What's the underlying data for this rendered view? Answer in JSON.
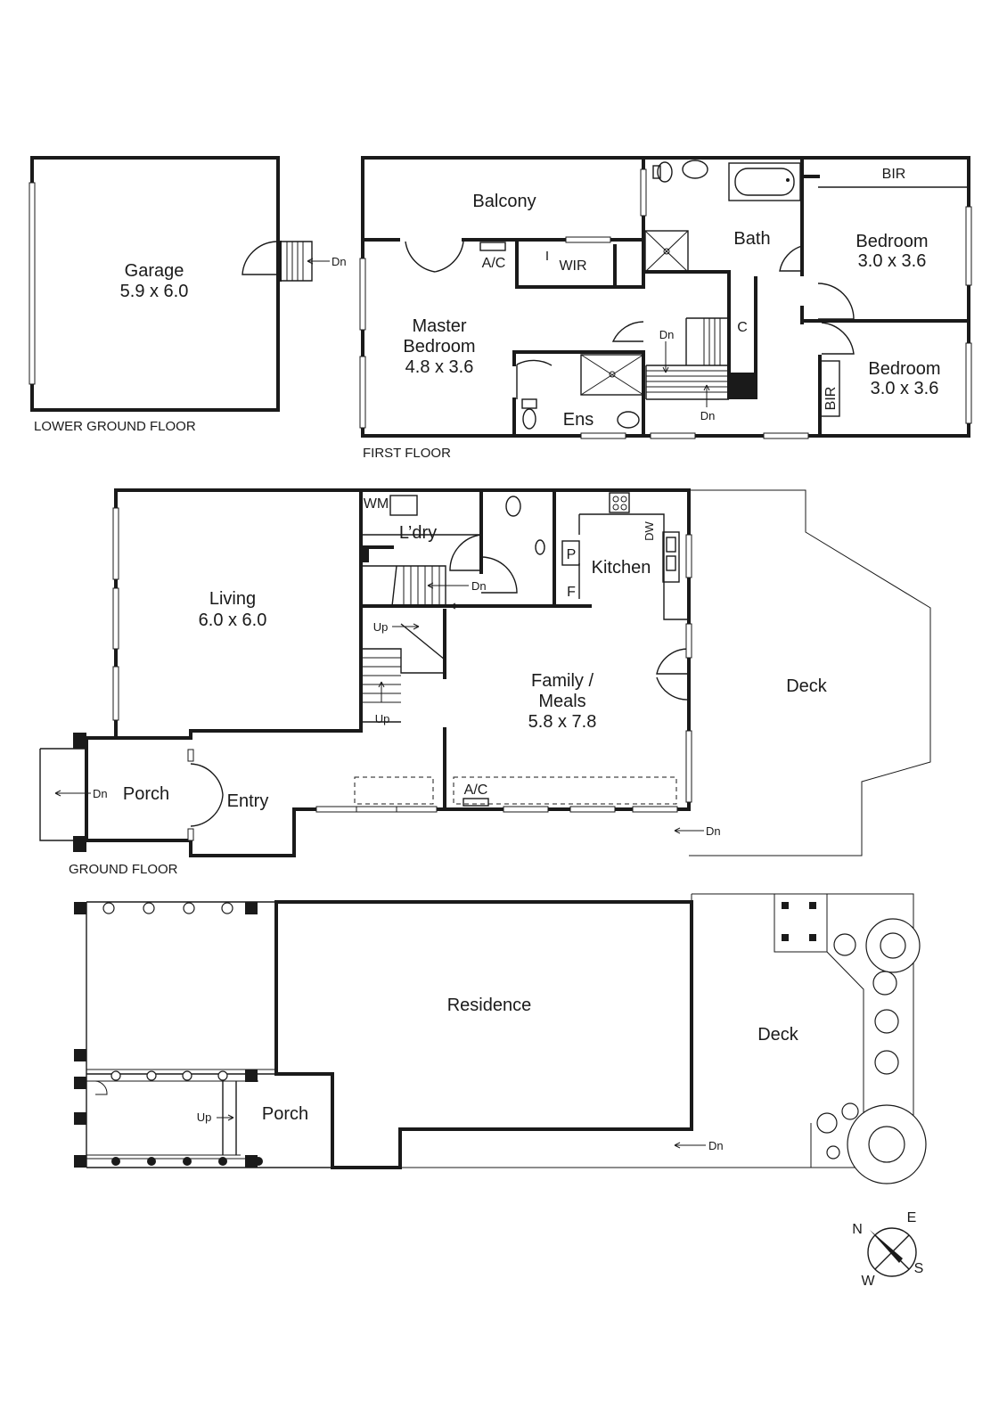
{
  "lower_ground": {
    "caption": "LOWER GROUND FLOOR",
    "garage": "Garage",
    "garage_size": "5.9 x 6.0",
    "dn": "Dn"
  },
  "first_floor": {
    "caption": "FIRST FLOOR",
    "balcony": "Balcony",
    "ac": "A/C",
    "wir": "WIR",
    "bath": "Bath",
    "bir_top": "BIR",
    "bed1": "Bedroom",
    "bed1_size": "3.0 x 3.6",
    "bed2": "Bedroom",
    "bed2_size": "3.0 x 3.6",
    "bir_side": "BIR",
    "master": "Master",
    "master2": "Bedroom",
    "master_size": "4.8 x 3.6",
    "ens": "Ens",
    "c": "C",
    "dn_top": "Dn",
    "dn_bottom": "Dn"
  },
  "ground_floor": {
    "caption": "GROUND FLOOR",
    "wm": "WM",
    "ldry": "L’dry",
    "living": "Living",
    "living_size": "6.0 x 6.0",
    "kitchen": "Kitchen",
    "dw": "DW",
    "p": "P",
    "f": "F",
    "dn_stair": "Dn",
    "up_top": "Up",
    "up_bottom": "Up",
    "family": "Family /",
    "meals": "Meals",
    "family_size": "5.8 x 7.8",
    "deck": "Deck",
    "porch": "Porch",
    "entry": "Entry",
    "ac": "A/C",
    "dn_porch": "Dn",
    "dn_deck": "Dn"
  },
  "site": {
    "residence": "Residence",
    "deck": "Deck",
    "porch": "Porch",
    "up": "Up",
    "dn": "Dn"
  },
  "compass": {
    "n": "N",
    "e": "E",
    "s": "S",
    "w": "W"
  }
}
